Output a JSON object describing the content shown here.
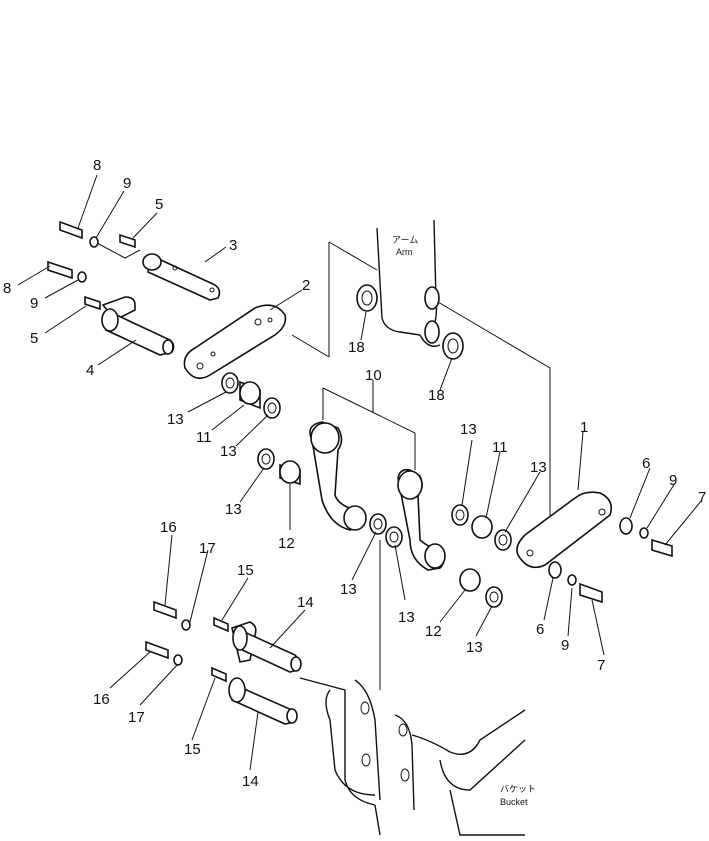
{
  "diagram": {
    "arm_label_jp": "アーム",
    "arm_label_en": "Arm",
    "bucket_label_jp": "バケット",
    "bucket_label_en": "Bucket",
    "callouts": [
      "1",
      "2",
      "3",
      "4",
      "5",
      "6",
      "7",
      "8",
      "9",
      "10",
      "11",
      "12",
      "13",
      "14",
      "15",
      "16",
      "17",
      "18"
    ]
  }
}
